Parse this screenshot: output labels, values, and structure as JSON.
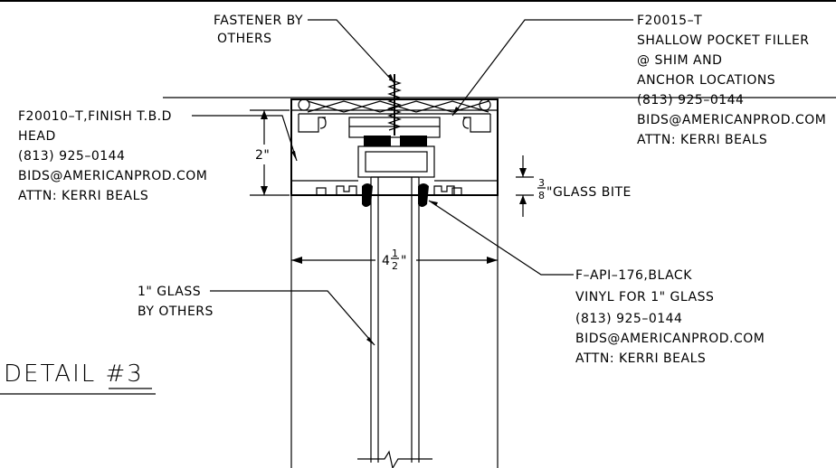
{
  "title": "DETAIL #3",
  "callouts": {
    "fastener": [
      "FASTENER BY",
      "OTHERS"
    ],
    "filler": [
      "F20015–T",
      "SHALLOW POCKET FILLER",
      "@ SHIM AND",
      "ANCHOR LOCATIONS",
      "(813) 925–0144",
      "BIDS@AMERICANPROD.COM",
      "ATTN: KERRI BEALS"
    ],
    "head": [
      "F20010–T,FINISH T.B.D",
      "HEAD",
      "(813) 925–0144",
      "BIDS@AMERICANPROD.COM",
      "ATTN: KERRI BEALS"
    ],
    "glass": [
      "1\" GLASS",
      "BY OTHERS"
    ],
    "vinyl": [
      "F–API–176,BLACK",
      "VINYL FOR 1\" GLASS",
      "(813) 925–0144",
      "BIDS@AMERICANPROD.COM",
      "ATTN: KERRI BEALS"
    ]
  },
  "dimensions": {
    "height": "2\"",
    "width_whole": "4",
    "width_num": "1",
    "width_den": "2",
    "width_inch": "\"",
    "bite_num": "3",
    "bite_den": "8",
    "bite_label": "\"GLASS BITE"
  }
}
